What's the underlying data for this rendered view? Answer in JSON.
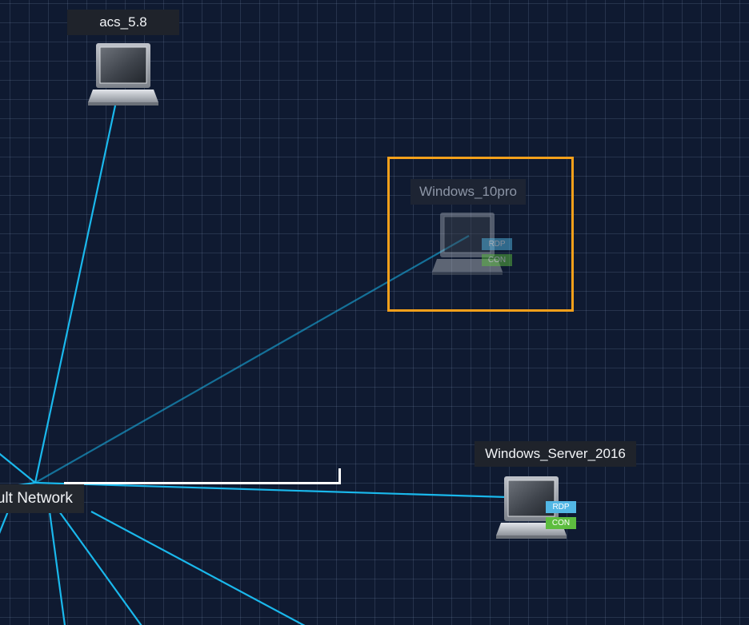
{
  "canvas": {
    "background_color": "#0f1a31",
    "grid_color": "#2a3650",
    "link_color": "#1ab8ec",
    "selection_color": "#f4a01b"
  },
  "nodes": {
    "acs": {
      "label": "acs_5.8",
      "icon": "laptop-icon"
    },
    "windows10": {
      "label": "Windows_10pro",
      "icon": "laptop-icon",
      "state": "selected",
      "badges": [
        "RDP",
        "CON"
      ]
    },
    "winserver": {
      "label": "Windows_Server_2016",
      "icon": "laptop-icon",
      "badges": [
        "RDP",
        "CON"
      ]
    }
  },
  "network": {
    "label": "fault Network"
  }
}
